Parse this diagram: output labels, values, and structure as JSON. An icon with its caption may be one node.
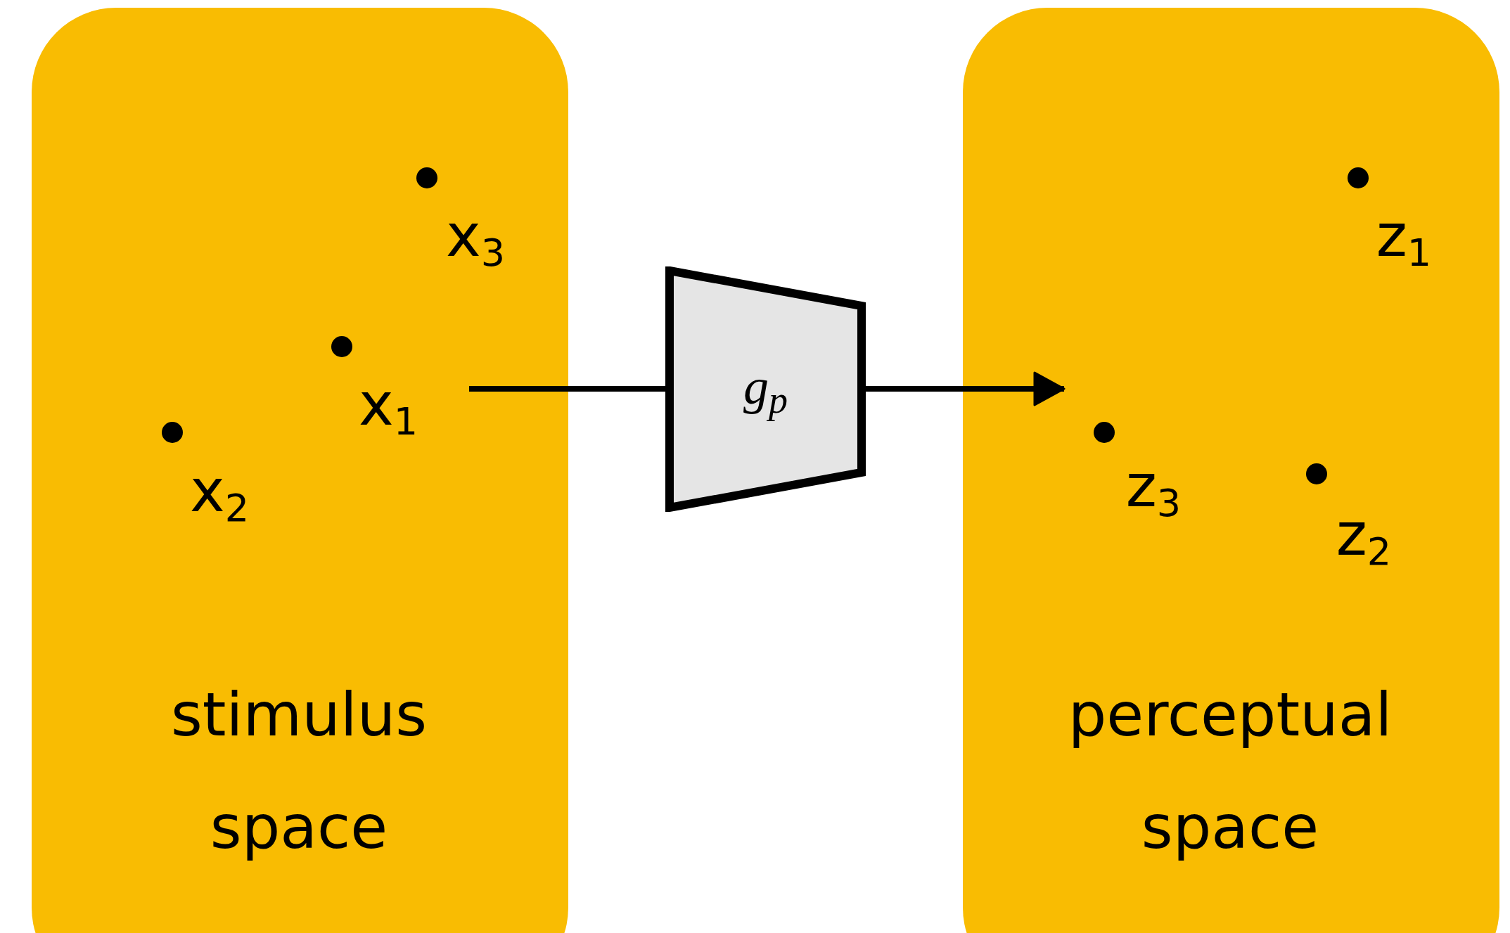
{
  "diagram": {
    "nodes": [
      {
        "text": [
          "stimulus space"
        ]
      },
      {
        "text": [
          "perceptual space"
        ]
      },
      {
        "text": [
          "g$_{p}$"
        ]
      }
    ],
    "edges": [
      {
        "from": 0,
        "to": 2,
        "arrow": "none"
      },
      {
        "from": 2,
        "to": 1,
        "arrow": "to"
      }
    ],
    "labels": [
      "x$_{3}$",
      "x$_{1}$",
      "x$_{2}$",
      "z$_{1}$",
      "z$_{3}$",
      "z$_{2}$"
    ]
  }
}
